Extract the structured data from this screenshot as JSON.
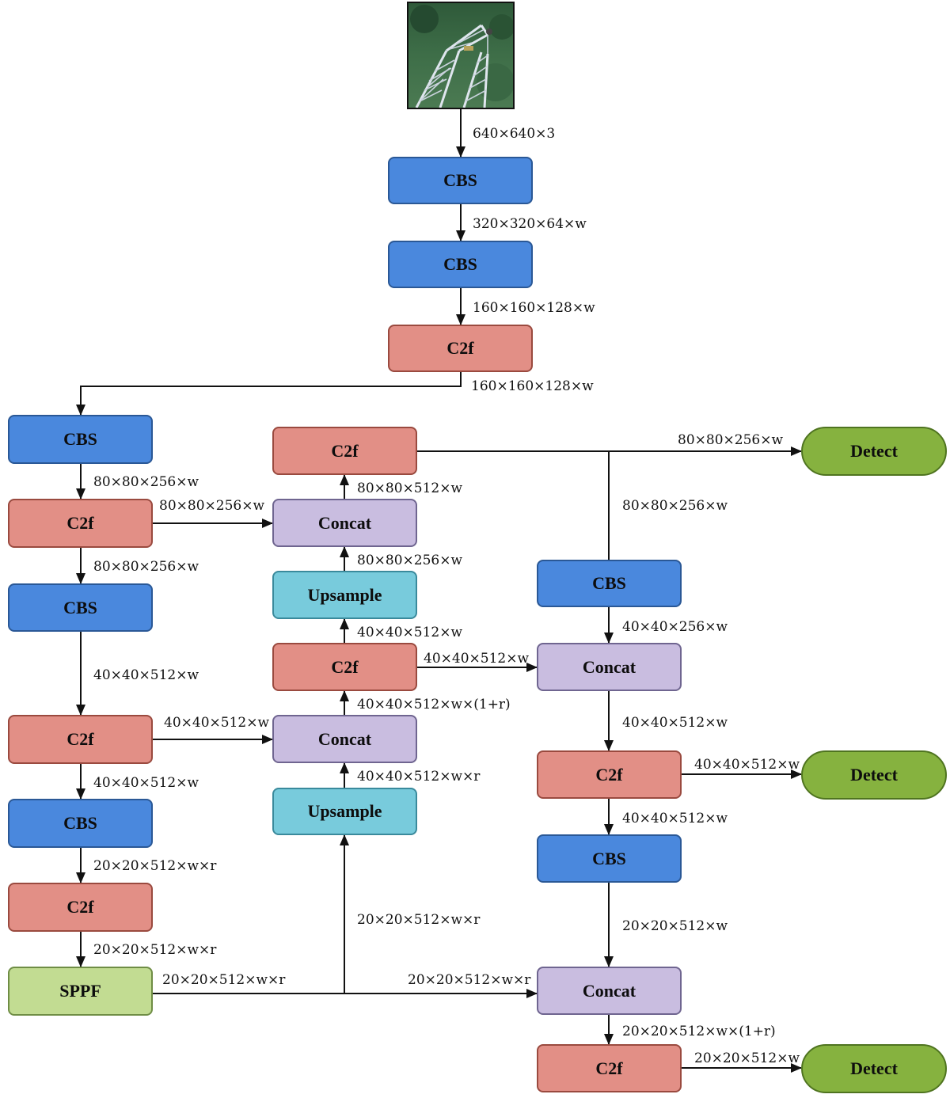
{
  "input": {
    "icon": "transmission-tower-photo"
  },
  "nodes": {
    "cbs1": "CBS",
    "cbs2": "CBS",
    "c2f1": "C2f",
    "cbs3": "CBS",
    "c2f2": "C2f",
    "cbs4": "CBS",
    "c2f3": "C2f",
    "cbs5": "CBS",
    "c2f4": "C2f",
    "sppf": "SPPF",
    "c2f_top": "C2f",
    "concat_top": "Concat",
    "ups_top": "Upsample",
    "c2f_mid": "C2f",
    "concat_mid": "Concat",
    "ups_bot": "Upsample",
    "cbs_r1": "CBS",
    "concat_r1": "Concat",
    "c2f_r1": "C2f",
    "cbs_r2": "CBS",
    "concat_r2": "Concat",
    "c2f_r2": "C2f",
    "detect1": "Detect",
    "detect2": "Detect",
    "detect3": "Detect"
  },
  "edges": {
    "e1": "640×640×3",
    "e2": "320×320×64×w",
    "e3": "160×160×128×w",
    "e4": "160×160×128×w",
    "e5": "80×80×256×w",
    "e6": "80×80×256×w",
    "e7": "80×80×256×w",
    "e8": "40×40×512×w",
    "e9": "40×40×512×w",
    "e10": "40×40×512×w",
    "e11": "20×20×512×w×r",
    "e12": "20×20×512×w×r",
    "e13": "20×20×512×w×r",
    "e14": "20×20×512×w×r",
    "e15": "20×20×512×w×r",
    "e16": "40×40×512×w×r",
    "e17": "40×40×512×w×(1+r)",
    "e18": "40×40×512×w",
    "e19": "80×80×256×w",
    "e20": "80×80×512×w",
    "e21": "80×80×256×w",
    "e22": "80×80×256×w",
    "e23": "40×40×256×w",
    "e24": "40×40×512×w",
    "e25": "40×40×512×w",
    "e26": "40×40×512×w",
    "e27": "40×40×512×w",
    "e28": "20×20×512×w",
    "e29": "20×20×512×w×(1+r)",
    "e30": "20×20×512×w"
  },
  "colors": {
    "cbs": "#4a88dd",
    "c2f": "#e28f86",
    "concat": "#c9bde0",
    "upsample": "#78cbdc",
    "sppf": "#c2dc92",
    "detect": "#86b23f"
  }
}
